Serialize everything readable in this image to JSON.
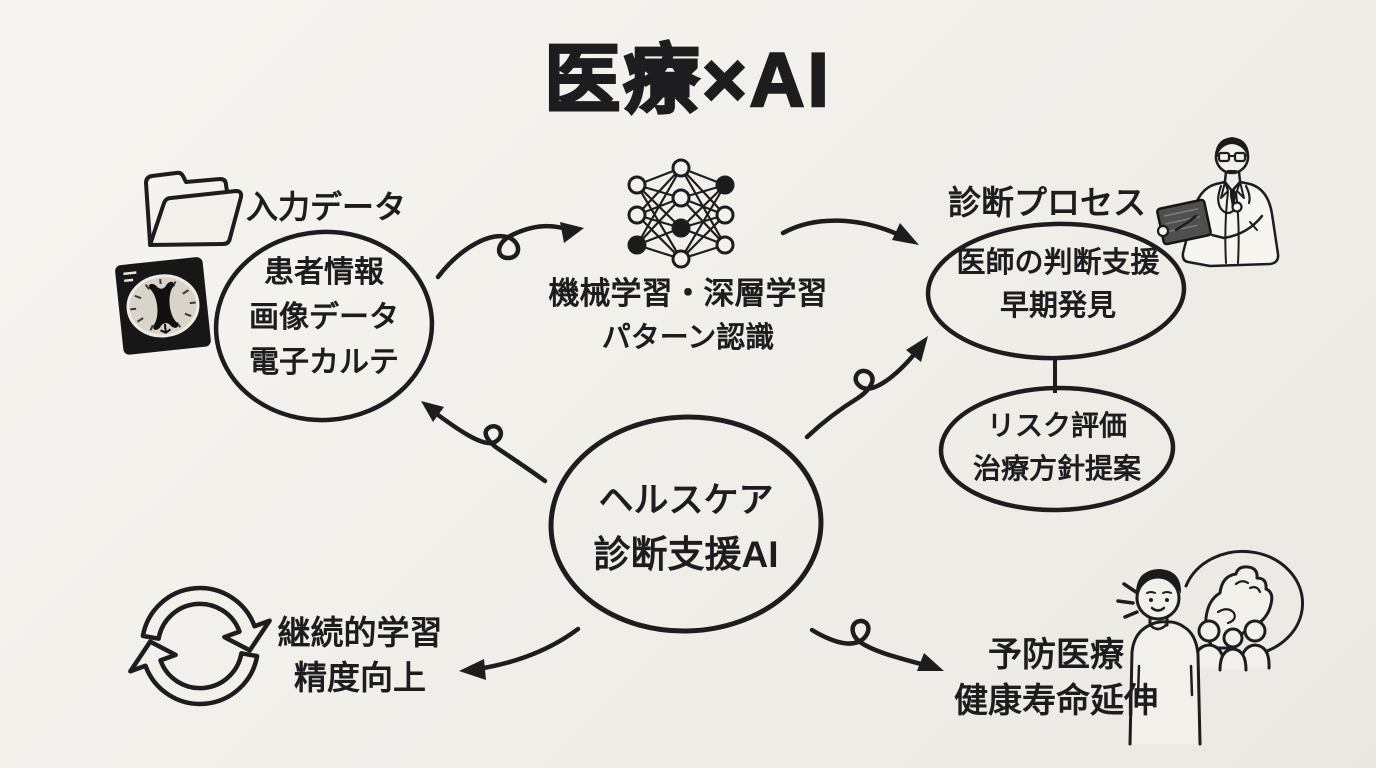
{
  "title": "医療×AI",
  "colors": {
    "background": "#f2f0ea",
    "ink": "#1d1d1f"
  },
  "input": {
    "label": "入力データ",
    "lines": [
      "患者情報",
      "画像データ",
      "電子カルテ"
    ]
  },
  "model": {
    "lines": [
      "機械学習・深層学習",
      "パターン認識"
    ]
  },
  "diagnosis": {
    "label": "診断プロセス",
    "lines": [
      "医師の判断支援",
      "早期発見"
    ],
    "sub_lines": [
      "リスク評価",
      "治療方針提案"
    ]
  },
  "center": {
    "lines": [
      "ヘルスケア",
      "診断支援AI"
    ]
  },
  "learning": {
    "lines": [
      "継続的学習",
      "精度向上"
    ]
  },
  "prevention": {
    "lines": [
      "予防医療",
      "健康寿命延伸"
    ]
  },
  "icons": {
    "input": "folder-icon",
    "scan": "brain-mri-icon",
    "model": "neural-network-icon",
    "diagnosis": "doctor-illustration",
    "learning": "cycle-arrows-icon",
    "prevention": "patient-and-people-illustration"
  }
}
